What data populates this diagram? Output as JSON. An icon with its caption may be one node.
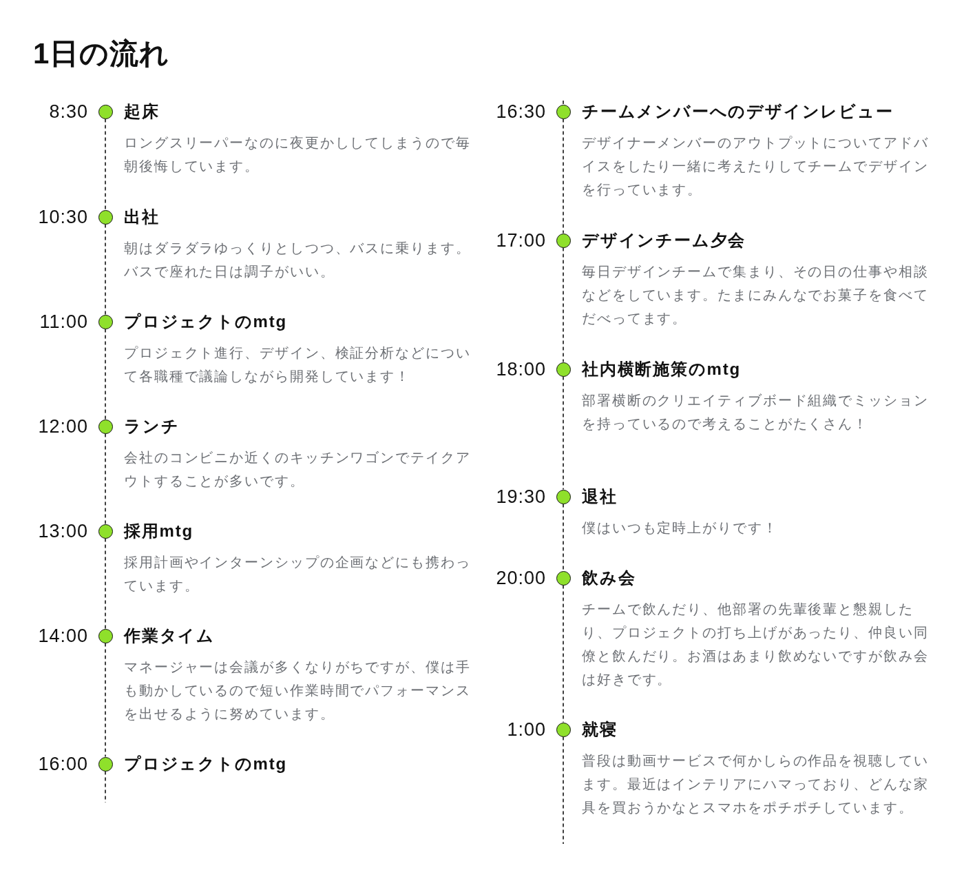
{
  "diagram": {
    "title": "1日の流れ",
    "nodes": [
      {
        "text": [],
        "shape": "circle",
        "beside": [
          "8:30",
          "起床",
          "ロングスリーパーなのに夜更かししてしまうので毎朝後悔しています。"
        ]
      },
      {
        "text": [],
        "shape": "circle",
        "beside": [
          "10:30",
          "出社",
          "朝はダラダラゆっくりとしつつ、バスに乗ります。バスで座れた日は調子がいい。"
        ]
      },
      {
        "text": [],
        "shape": "circle",
        "beside": [
          "11:00",
          "プロジェクトのmtg",
          "プロジェクト進行、デザイン、検証分析などについて各職種で議論しながら開発しています！"
        ]
      },
      {
        "text": [],
        "shape": "circle",
        "beside": [
          "12:00",
          "ランチ",
          "会社のコンビニか近くのキッチンワゴンでテイクアウトすることが多いです。"
        ]
      },
      {
        "text": [],
        "shape": "circle",
        "beside": [
          "13:00",
          "採用mtg",
          "採用計画やインターンシップの企画などにも携わっています。"
        ]
      },
      {
        "text": [],
        "shape": "circle",
        "beside": [
          "14:00",
          "作業タイム",
          "マネージャーは会議が多くなりがちですが、僕は手も動かしているので短い作業時間でパフォーマンスを出せるように努めています。"
        ]
      },
      {
        "text": [],
        "shape": "circle",
        "beside": [
          "16:00",
          "プロジェクトのmtg"
        ]
      },
      {
        "text": [],
        "shape": "circle",
        "beside": [
          "16:30",
          "チームメンバーへのデザインレビュー",
          "デザイナーメンバーのアウトプットについてアドバイスをしたり一緒に考えたりしてチームでデザインを行っています。"
        ]
      },
      {
        "text": [],
        "shape": "circle",
        "beside": [
          "17:00",
          "デザインチーム夕会",
          "毎日デザインチームで集まり、その日の仕事や相談などをしています。たまにみんなでお菓子を食べてだべってます。"
        ]
      },
      {
        "text": [],
        "shape": "circle",
        "beside": [
          "18:00",
          "社内横断施策のmtg",
          "部署横断のクリエイティブボード組織でミッションを持っているので考えることがたくさん！"
        ]
      },
      {
        "text": [],
        "shape": "circle",
        "beside": [
          "19:30",
          "退社",
          "僕はいつも定時上がりです！"
        ]
      },
      {
        "text": [],
        "shape": "circle",
        "beside": [
          "20:00",
          "飲み会",
          "チームで飲んだり、他部署の先輩後輩と懇親したり、プロジェクトの打ち上げがあったり、仲良い同僚と飲んだり。お酒はあまり飲めないですが飲み会は好きです。"
        ]
      },
      {
        "text": [],
        "shape": "circle",
        "beside": [
          "1:00",
          "就寝",
          "普段は動画サービスで何かしらの作品を視聴しています。最近はインテリアにハマっており、どんな家具を買おうかなとスマホをポチポチしています。"
        ]
      }
    ],
    "edges": [
      {
        "from": 0,
        "to": 1,
        "arrow": "none",
        "style": "dashed"
      },
      {
        "from": 1,
        "to": 2,
        "arrow": "none",
        "style": "dashed"
      },
      {
        "from": 2,
        "to": 3,
        "arrow": "none",
        "style": "dashed"
      },
      {
        "from": 3,
        "to": 4,
        "arrow": "none",
        "style": "dashed"
      },
      {
        "from": 4,
        "to": 5,
        "arrow": "none",
        "style": "dashed"
      },
      {
        "from": 5,
        "to": 6,
        "arrow": "none",
        "style": "dashed"
      },
      {
        "from": 6,
        "to": null,
        "arrow": "none",
        "style": "dashed"
      },
      {
        "from": null,
        "to": 7,
        "arrow": "none",
        "style": "dashed"
      },
      {
        "from": 7,
        "to": 8,
        "arrow": "none",
        "style": "dashed"
      },
      {
        "from": 8,
        "to": 9,
        "arrow": "none",
        "style": "dashed"
      },
      {
        "from": 9,
        "to": 10,
        "arrow": "none",
        "style": "dashed"
      },
      {
        "from": 10,
        "to": 11,
        "arrow": "none",
        "style": "dashed"
      },
      {
        "from": 11,
        "to": 12,
        "arrow": "none",
        "style": "dashed"
      },
      {
        "from": 12,
        "to": null,
        "arrow": "none",
        "style": "dashed"
      }
    ]
  }
}
